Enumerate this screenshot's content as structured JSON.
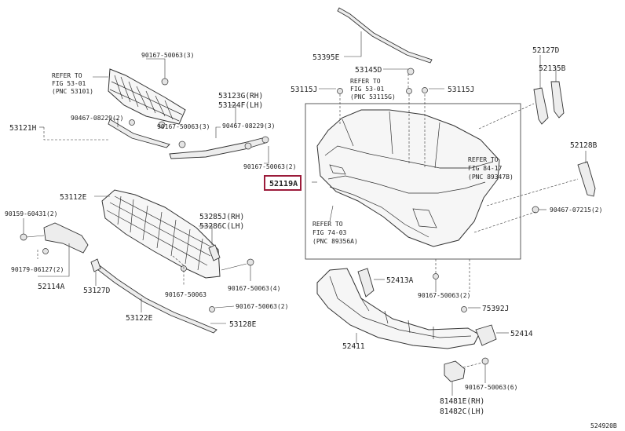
{
  "diagram_id": "524920B",
  "highlight_color": "#9b1b3a",
  "labels": {
    "p90167_50063_3": "90167-50063(3)",
    "refer_5301_l1": "REFER TO",
    "refer_5301_l2": "FIG 53-01",
    "refer_5301_l3": "(PNC 53101)",
    "p53121H": "53121H",
    "p90467_08229_2": "90467-08229(2)",
    "p90167_50063_3b": "90167-50063(3)",
    "p53123G": "53123G(RH)",
    "p53124F": "53124F(LH)",
    "p90467_08229_3": "90467-08229(3)",
    "p90167_50063_2a": "90167-50063(2)",
    "p53395E": "53395E",
    "p53145D": "53145D",
    "p53115J_l": "53115J",
    "p53115J_r": "53115J",
    "refer_5311_l1": "REFER TO",
    "refer_5311_l2": "FIG 53-01",
    "refer_5311_l3": "(PNC 53115G)",
    "p52127D": "52127D",
    "p52135B": "52135B",
    "p52119A": "52119A",
    "refer_8417_l1": "REFER TO",
    "refer_8417_l2": "FIG 84-17",
    "refer_8417_l3": "(PNC 89347B)",
    "p52128B": "52128B",
    "p90467_07215_2": "90467-07215(2)",
    "refer_7403_l1": "REFER TO",
    "refer_7403_l2": "FIG 74-03",
    "refer_7403_l3": "(PNC 89356A)",
    "p53112E": "53112E",
    "p90159_60431_2": "90159-60431(2)",
    "p53285J": "53285J(RH)",
    "p53286C": "53286C(LH)",
    "p90179_06127_2": "90179-06127(2)",
    "p52114A": "52114A",
    "p53127D": "53127D",
    "p90167_50063_4": "90167-50063(4)",
    "p90167_50063_b": "90167-50063",
    "p90167_50063_2b": "90167-50063(2)",
    "p53122E": "53122E",
    "p53128E": "53128E",
    "p52413A": "52413A",
    "p90167_50063_2c": "90167-50063(2)",
    "p75392J": "75392J",
    "p52414": "52414",
    "p52411": "52411",
    "p90167_50063_6": "90167-50063(6)",
    "p81481E": "81481E(RH)",
    "p81482C": "81482C(LH)"
  }
}
